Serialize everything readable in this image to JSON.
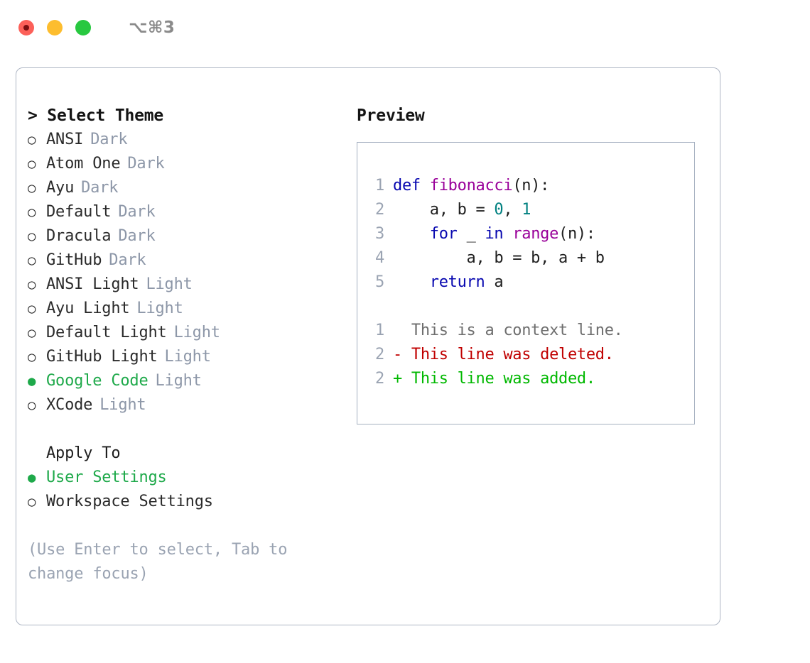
{
  "window": {
    "shortcut": "⌥⌘3",
    "traffic_lights": [
      {
        "name": "close",
        "color": "#fc6059"
      },
      {
        "name": "minimize",
        "color": "#fdbd2e"
      },
      {
        "name": "maximize",
        "color": "#28c840"
      }
    ]
  },
  "left": {
    "header": "> Select Theme",
    "themes": [
      {
        "bullet": "○",
        "name": "ANSI",
        "kind": "Dark",
        "selected": false
      },
      {
        "bullet": "○",
        "name": "Atom One",
        "kind": "Dark",
        "selected": false
      },
      {
        "bullet": "○",
        "name": "Ayu",
        "kind": "Dark",
        "selected": false
      },
      {
        "bullet": "○",
        "name": "Default",
        "kind": "Dark",
        "selected": false
      },
      {
        "bullet": "○",
        "name": "Dracula",
        "kind": "Dark",
        "selected": false
      },
      {
        "bullet": "○",
        "name": "GitHub",
        "kind": "Dark",
        "selected": false
      },
      {
        "bullet": "○",
        "name": "ANSI Light",
        "kind": "Light",
        "selected": false
      },
      {
        "bullet": "○",
        "name": "Ayu Light",
        "kind": "Light",
        "selected": false
      },
      {
        "bullet": "○",
        "name": "Default Light",
        "kind": "Light",
        "selected": false
      },
      {
        "bullet": "○",
        "name": "GitHub Light",
        "kind": "Light",
        "selected": false
      },
      {
        "bullet": "●",
        "name": "Google Code",
        "kind": "Light",
        "selected": true
      },
      {
        "bullet": "○",
        "name": "XCode",
        "kind": "Light",
        "selected": false
      }
    ],
    "apply_header": "Apply To",
    "apply_options": [
      {
        "bullet": "●",
        "name": "User Settings",
        "selected": true
      },
      {
        "bullet": "○",
        "name": "Workspace Settings",
        "selected": false
      }
    ],
    "hint": "(Use Enter to select, Tab to change focus)"
  },
  "right": {
    "title": "Preview",
    "code_lines": [
      {
        "lineno": "1",
        "tokens": [
          {
            "t": "def",
            "c": "kw"
          },
          {
            "t": " ",
            "c": "pln"
          },
          {
            "t": "fibonacci",
            "c": "fn"
          },
          {
            "t": "(n):",
            "c": "pln"
          }
        ]
      },
      {
        "lineno": "2",
        "tokens": [
          {
            "t": "    a, b = ",
            "c": "pln"
          },
          {
            "t": "0",
            "c": "num"
          },
          {
            "t": ", ",
            "c": "pln"
          },
          {
            "t": "1",
            "c": "num"
          }
        ]
      },
      {
        "lineno": "3",
        "tokens": [
          {
            "t": "    ",
            "c": "pln"
          },
          {
            "t": "for",
            "c": "kw"
          },
          {
            "t": " _ ",
            "c": "pln"
          },
          {
            "t": "in",
            "c": "kw"
          },
          {
            "t": " ",
            "c": "pln"
          },
          {
            "t": "range",
            "c": "fn"
          },
          {
            "t": "(n):",
            "c": "pln"
          }
        ]
      },
      {
        "lineno": "4",
        "tokens": [
          {
            "t": "        a, b = b, a + b",
            "c": "pln"
          }
        ]
      },
      {
        "lineno": "5",
        "tokens": [
          {
            "t": "    ",
            "c": "pln"
          },
          {
            "t": "return",
            "c": "kw"
          },
          {
            "t": " a",
            "c": "pln"
          }
        ]
      }
    ],
    "diff_lines": [
      {
        "lineno": "1",
        "marker": " ",
        "text": "  This is a context line.",
        "kind": "context"
      },
      {
        "lineno": "2",
        "marker": "-",
        "text": "- This line was deleted.",
        "kind": "deleted"
      },
      {
        "lineno": "2",
        "marker": "+",
        "text": "+ This line was added.",
        "kind": "added"
      }
    ]
  },
  "colors": {
    "keyword": "#0808b0",
    "function": "#990099",
    "number": "#008080",
    "selected_green": "#1ea94a",
    "muted": "#8d97a8",
    "diff_added": "#00b800",
    "diff_deleted": "#c00000",
    "diff_context": "#6e6e6e"
  }
}
